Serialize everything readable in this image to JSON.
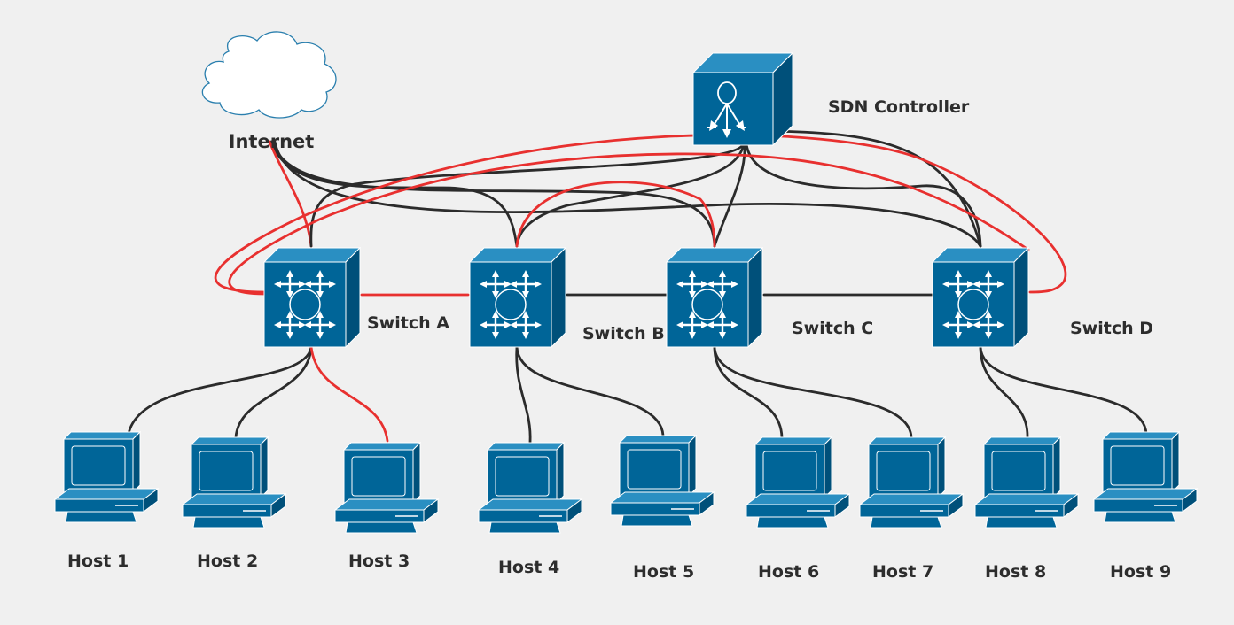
{
  "colors": {
    "device_fill": "#006598",
    "device_top": "#2a8fc2",
    "device_side": "#00507a",
    "link_black": "#2b2b2b",
    "link_red": "#e8302f",
    "background": "#f0f0f0"
  },
  "internet": {
    "label": "Internet",
    "icon": "cloud-icon"
  },
  "controller": {
    "label": "SDN Controller",
    "icon": "sdn-controller-icon"
  },
  "switches": [
    {
      "id": "A",
      "label": "Switch A",
      "icon": "layer3-switch-icon"
    },
    {
      "id": "B",
      "label": "Switch B",
      "icon": "layer3-switch-icon"
    },
    {
      "id": "C",
      "label": "Switch C",
      "icon": "layer3-switch-icon"
    },
    {
      "id": "D",
      "label": "Switch D",
      "icon": "layer3-switch-icon"
    }
  ],
  "hosts": [
    {
      "id": "1",
      "label": "Host 1",
      "switch": "A",
      "link": "black",
      "icon": "workstation-icon"
    },
    {
      "id": "2",
      "label": "Host 2",
      "switch": "A",
      "link": "black",
      "icon": "workstation-icon"
    },
    {
      "id": "3",
      "label": "Host 3",
      "switch": "A",
      "link": "red",
      "icon": "workstation-icon"
    },
    {
      "id": "4",
      "label": "Host 4",
      "switch": "B",
      "link": "black",
      "icon": "workstation-icon"
    },
    {
      "id": "5",
      "label": "Host 5",
      "switch": "B",
      "link": "black",
      "icon": "workstation-icon"
    },
    {
      "id": "6",
      "label": "Host 6",
      "switch": "C",
      "link": "black",
      "icon": "workstation-icon"
    },
    {
      "id": "7",
      "label": "Host 7",
      "switch": "C",
      "link": "black",
      "icon": "workstation-icon"
    },
    {
      "id": "8",
      "label": "Host 8",
      "switch": "D",
      "link": "black",
      "icon": "workstation-icon"
    },
    {
      "id": "9",
      "label": "Host 9",
      "switch": "D",
      "link": "black",
      "icon": "workstation-icon"
    }
  ],
  "switch_links": [
    {
      "from": "A",
      "to": "B",
      "color": "red"
    },
    {
      "from": "B",
      "to": "C",
      "color": "black"
    },
    {
      "from": "C",
      "to": "D",
      "color": "black"
    },
    {
      "from": "A",
      "to": "D",
      "color": "red"
    }
  ],
  "controller_links": [
    {
      "to": "A",
      "color": "black"
    },
    {
      "to": "B",
      "color": "black"
    },
    {
      "to": "C",
      "color": "black"
    },
    {
      "to": "D",
      "color": "black"
    }
  ],
  "internet_links": [
    {
      "to": "A",
      "color": "red"
    },
    {
      "to": "B",
      "color": "black"
    },
    {
      "to": "C",
      "color": "black"
    },
    {
      "to": "D",
      "color": "black"
    }
  ],
  "flow_paths": [
    {
      "from": "A",
      "to": "D",
      "color": "red"
    },
    {
      "from": "B",
      "to": "C",
      "color": "red"
    },
    {
      "from": "controller",
      "to": "D",
      "color": "red"
    }
  ]
}
